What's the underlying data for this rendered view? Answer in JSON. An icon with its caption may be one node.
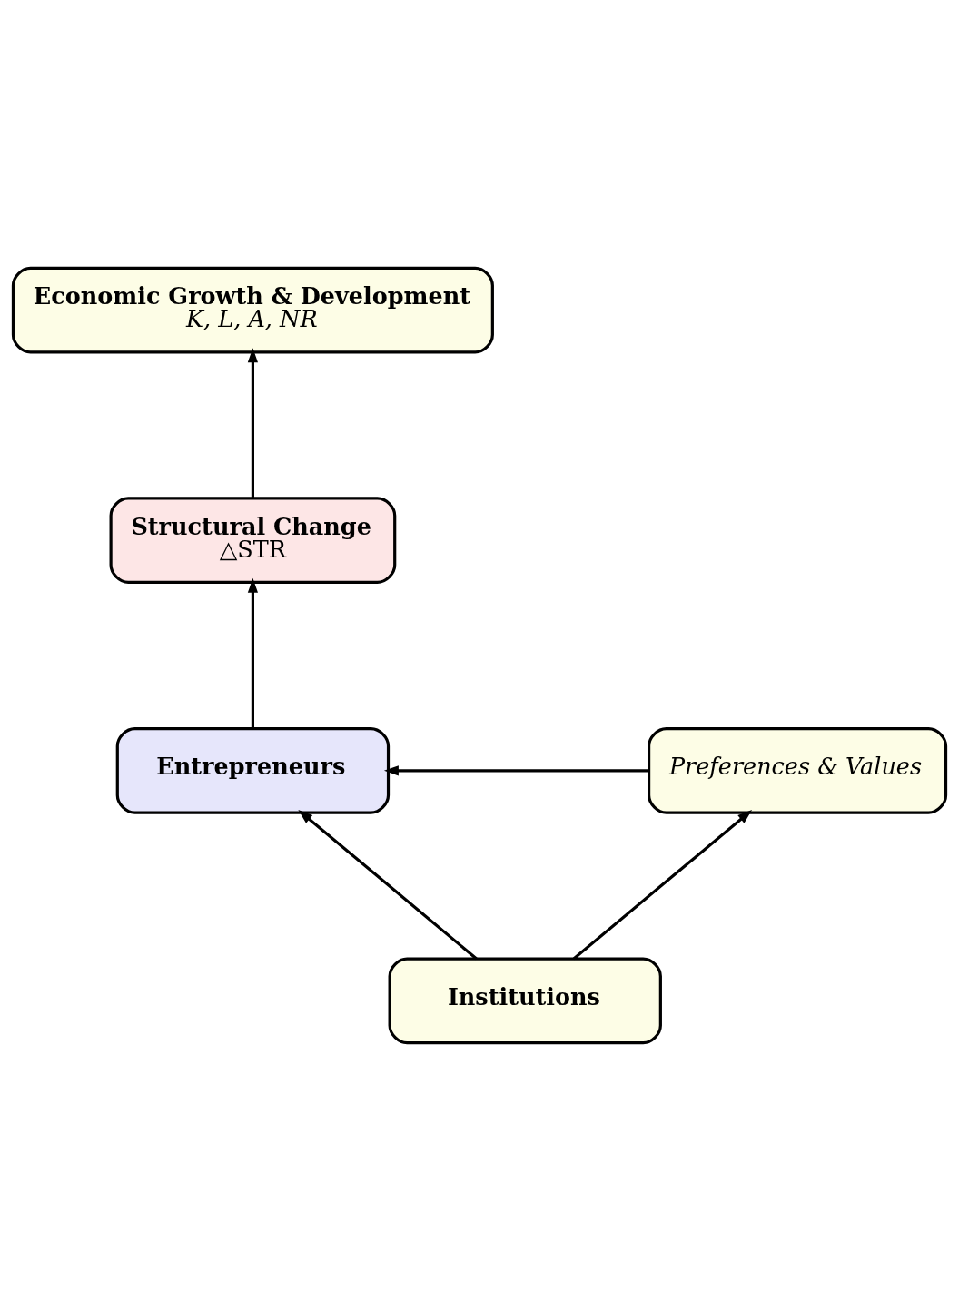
{
  "diagram": {
    "nodes": [
      {
        "text": [
          "Economic Growth & Development",
          "K, L, A, NR"
        ]
      },
      {
        "text": [
          "Structural Change",
          "△STR"
        ]
      },
      {
        "text": [
          "Entrepreneurs"
        ]
      },
      {
        "text": [
          "Preferences & Values"
        ]
      },
      {
        "text": [
          "Institutions"
        ]
      }
    ],
    "edges": [
      {
        "from": 1,
        "to": 0,
        "arrow": "to"
      },
      {
        "from": 2,
        "to": 1,
        "arrow": "to"
      },
      {
        "from": 3,
        "to": 2,
        "arrow": "to"
      },
      {
        "from": 4,
        "to": 2,
        "arrow": "to"
      },
      {
        "from": 4,
        "to": 3,
        "arrow": "to"
      }
    ]
  }
}
